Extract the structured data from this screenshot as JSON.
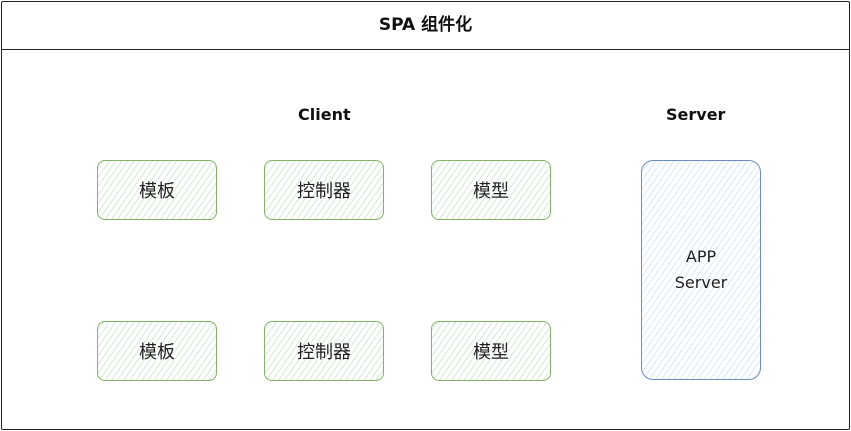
{
  "title": "SPA 组件化",
  "client_label": "Client",
  "server_label": "Server",
  "rows": [
    [
      "模板",
      "控制器",
      "模型"
    ],
    [
      "模板",
      "控制器",
      "模型"
    ]
  ],
  "server_box": {
    "line1": "APP",
    "line2": "Server"
  },
  "colors": {
    "client_stroke": "#82b366",
    "server_stroke": "#6c8ebf"
  }
}
